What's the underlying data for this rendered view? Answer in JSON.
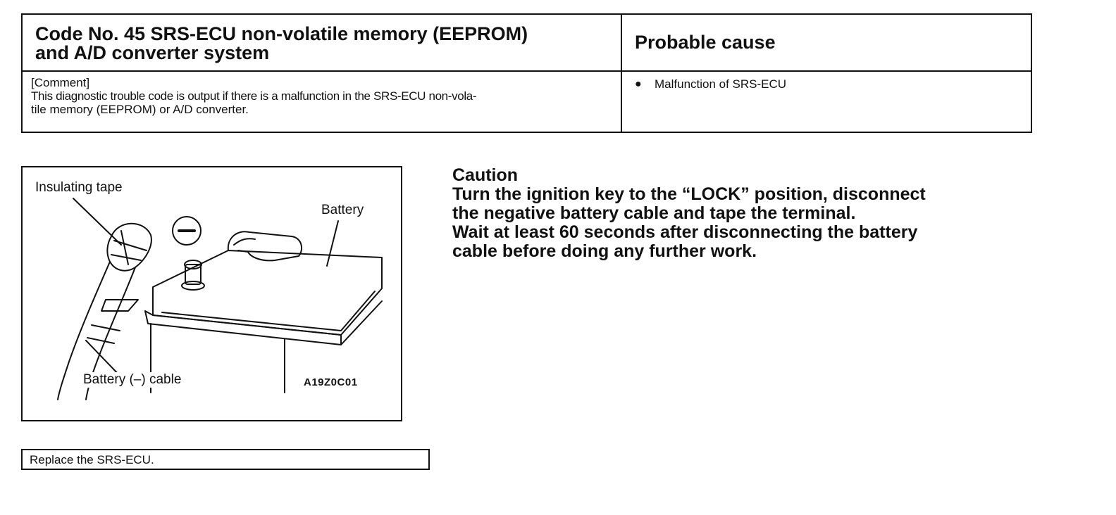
{
  "table": {
    "heading_line1": "Code No. 45 SRS-ECU non-volatile memory (EEPROM)",
    "heading_line2": "and A/D converter system",
    "probable_cause_heading": "Probable cause",
    "comment_label": "[Comment]",
    "comment_line1": "This diagnostic trouble code is output if there is a malfunction in the SRS-ECU non-vola-",
    "comment_line2": "tile memory (EEPROM) or A/D converter.",
    "cause_bullet": "●",
    "cause_text": "Malfunction of SRS-ECU"
  },
  "figure": {
    "label_tape": "Insulating tape",
    "label_battery": "Battery",
    "label_cable": "Battery (–) cable",
    "label_code": "A19Z0C01",
    "minus_symbol": "−"
  },
  "caution": {
    "title": "Caution",
    "line1": "Turn the ignition key to the “LOCK” position, disconnect",
    "line2": "the negative battery cable and tape the terminal.",
    "line3": "Wait at least 60 seconds after disconnecting the battery",
    "line4": "cable before doing any further work."
  },
  "remedy": {
    "text": "Replace the SRS-ECU."
  }
}
